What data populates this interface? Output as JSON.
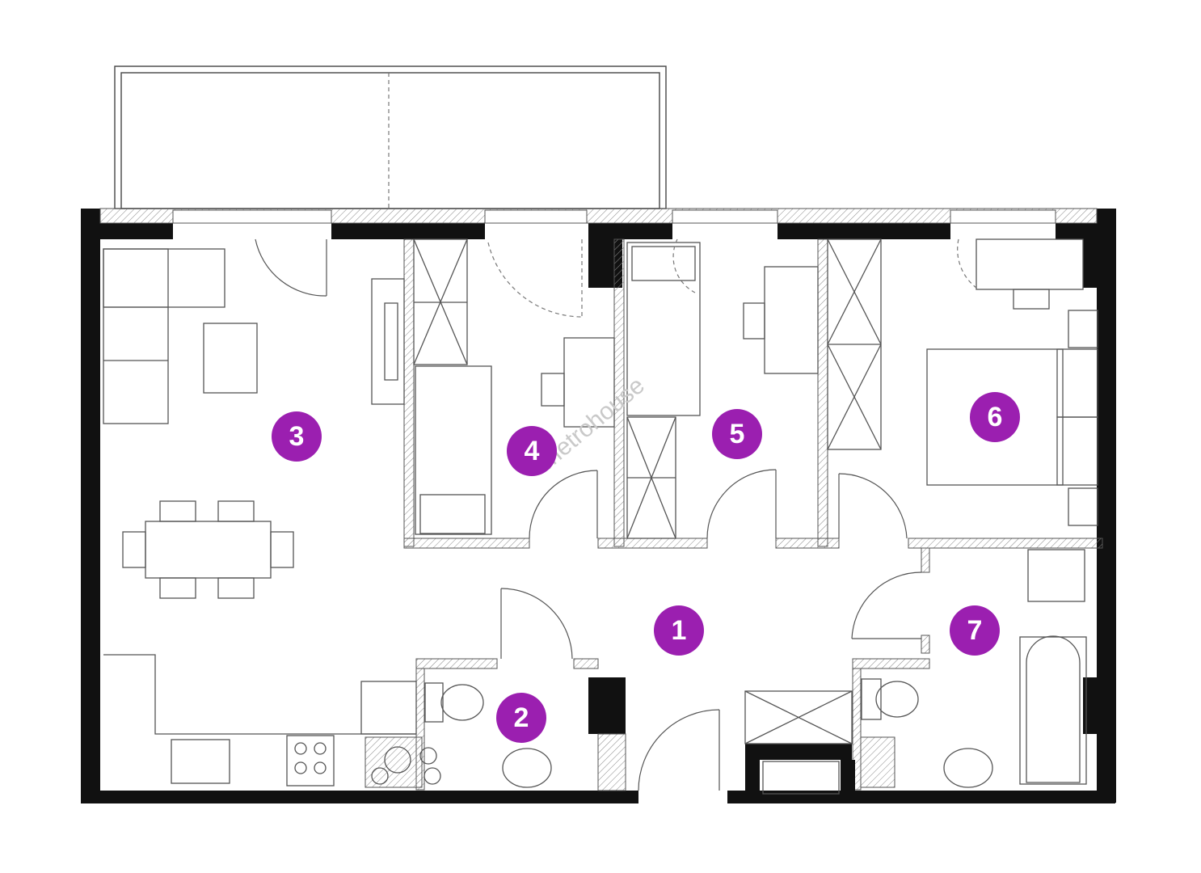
{
  "watermark": "metrohouse",
  "accent_color": "#9b1fb0",
  "rooms": [
    {
      "number": "1"
    },
    {
      "number": "2"
    },
    {
      "number": "3"
    },
    {
      "number": "4"
    },
    {
      "number": "5"
    },
    {
      "number": "6"
    },
    {
      "number": "7"
    }
  ]
}
